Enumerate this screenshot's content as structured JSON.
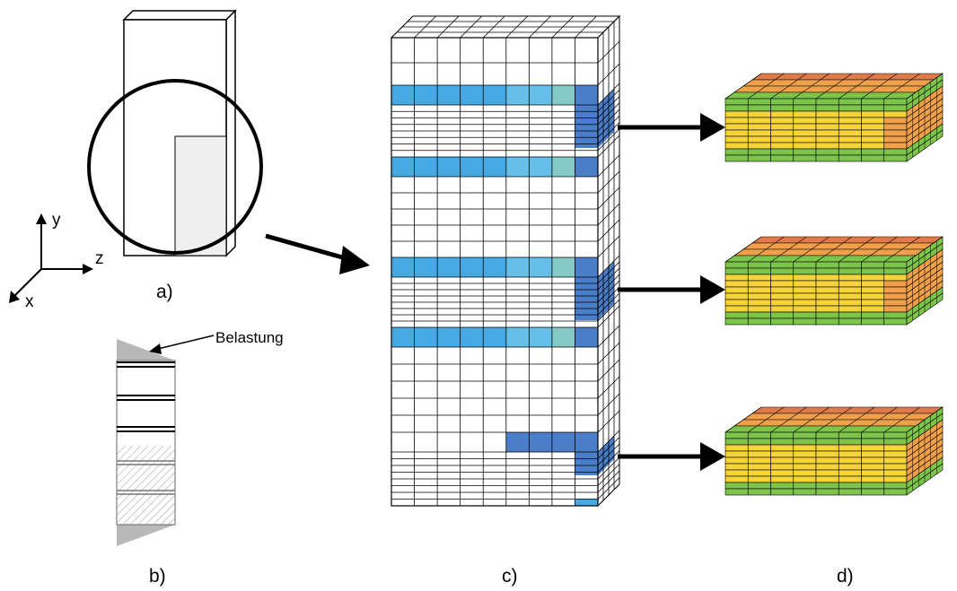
{
  "panel_labels": {
    "a": "a)",
    "b": "b)",
    "c": "c)",
    "d": "d)"
  },
  "axes": {
    "y": "y",
    "z": "z",
    "x": "x"
  },
  "annotation": "Belastung",
  "colors": {
    "outline": "#000000",
    "inner_shade": "#efefef",
    "load_triangle": "#b8b8b8",
    "band_blue": "#47a9e4",
    "band_dark_blue": "#4a7ec8",
    "band_teal": "#86c9c4",
    "band_light": "#66bfe8",
    "stress_red": "#e07a4a",
    "stress_orange": "#f0a04a",
    "stress_yellow": "#f5d43a",
    "stress_green": "#7cc44a"
  }
}
